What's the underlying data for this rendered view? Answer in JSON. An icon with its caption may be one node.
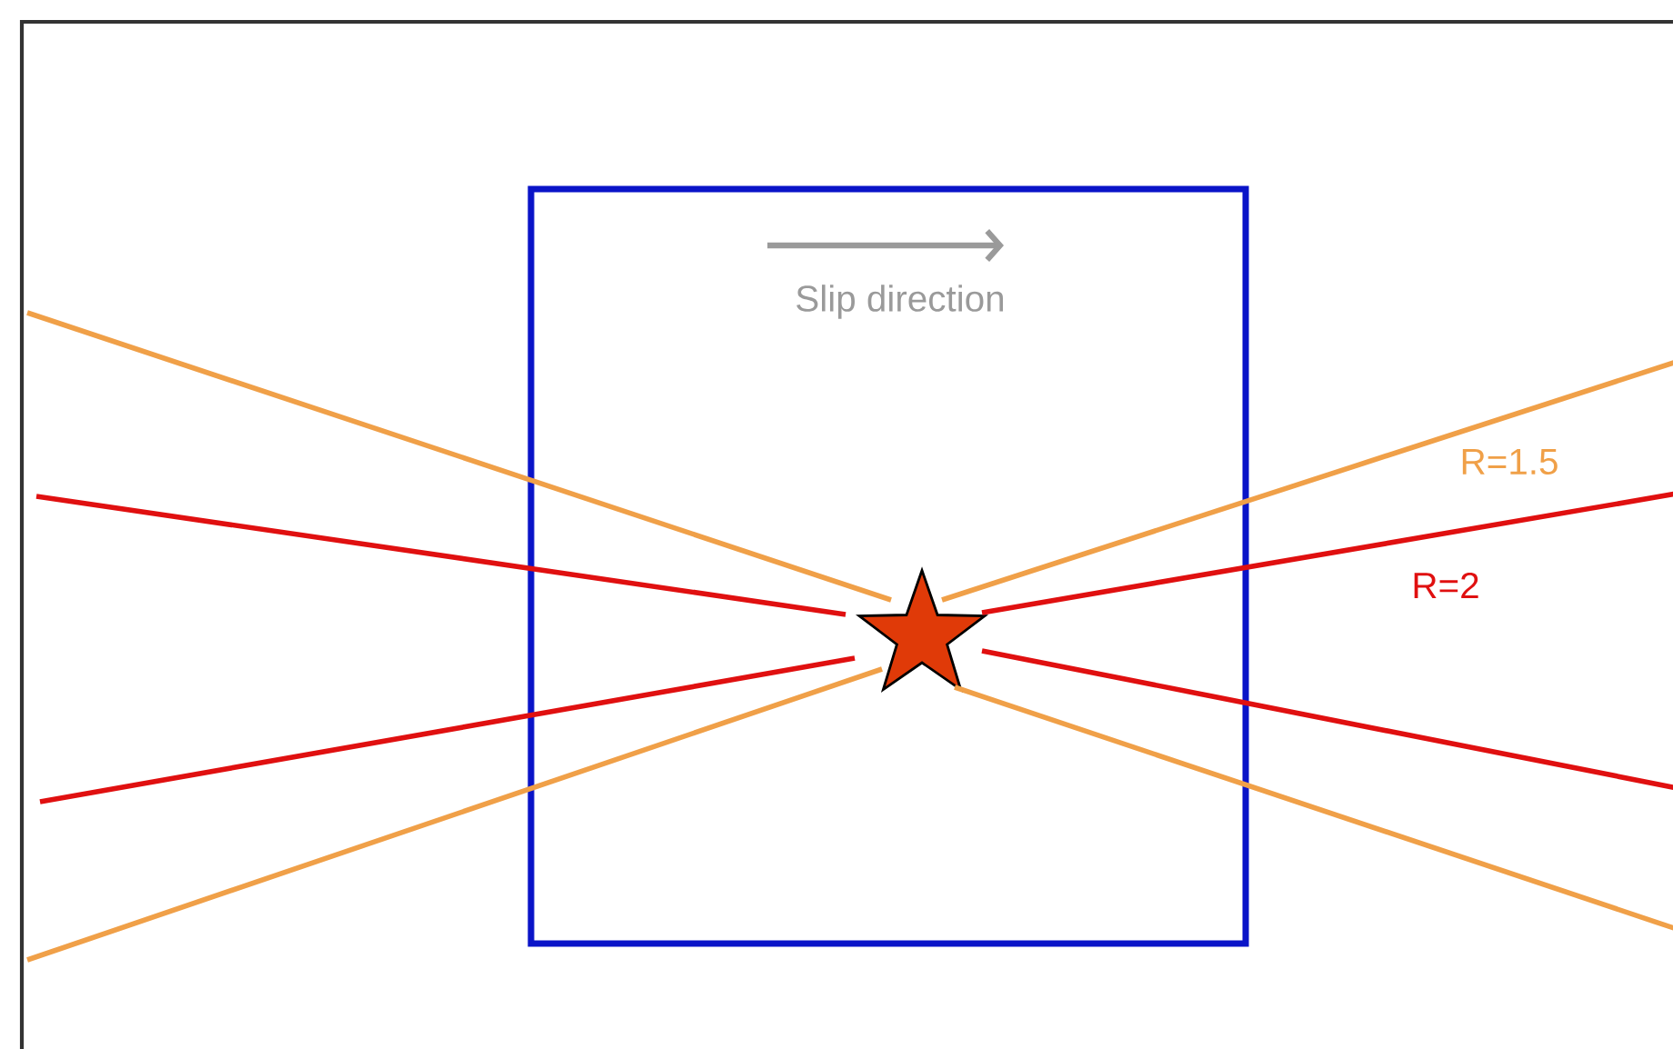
{
  "diagram": {
    "nodes": [
      {
        "text": [],
        "shape": "box"
      },
      {
        "text": [],
        "shape": "star",
        "in": 0
      }
    ],
    "labels": [
      "Slip direction",
      "R=1.5",
      "R=2"
    ]
  }
}
